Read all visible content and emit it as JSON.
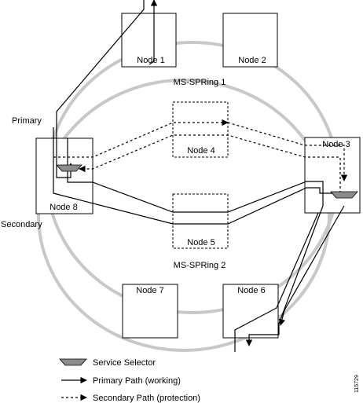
{
  "diagram": {
    "colors": {
      "ring": "#c8c8c8",
      "selector": "#8c8c8c",
      "line": "#000000"
    },
    "nodes": {
      "n1": "Node 1",
      "n2": "Node 2",
      "n3": "Node 3",
      "n4": "Node 4",
      "n5": "Node 5",
      "n6": "Node 6",
      "n7": "Node 7",
      "n8": "Node 8"
    },
    "rings": {
      "ring1": "MS-SPRing 1",
      "ring2": "MS-SPRing 2"
    },
    "side_labels": {
      "primary": "Primary",
      "secondary": "Secondary"
    },
    "legend": {
      "selector": "Service Selector",
      "primary": "Primary Path (working)",
      "secondary": "Secondary Path (protection)"
    },
    "figure_number": "115729"
  }
}
